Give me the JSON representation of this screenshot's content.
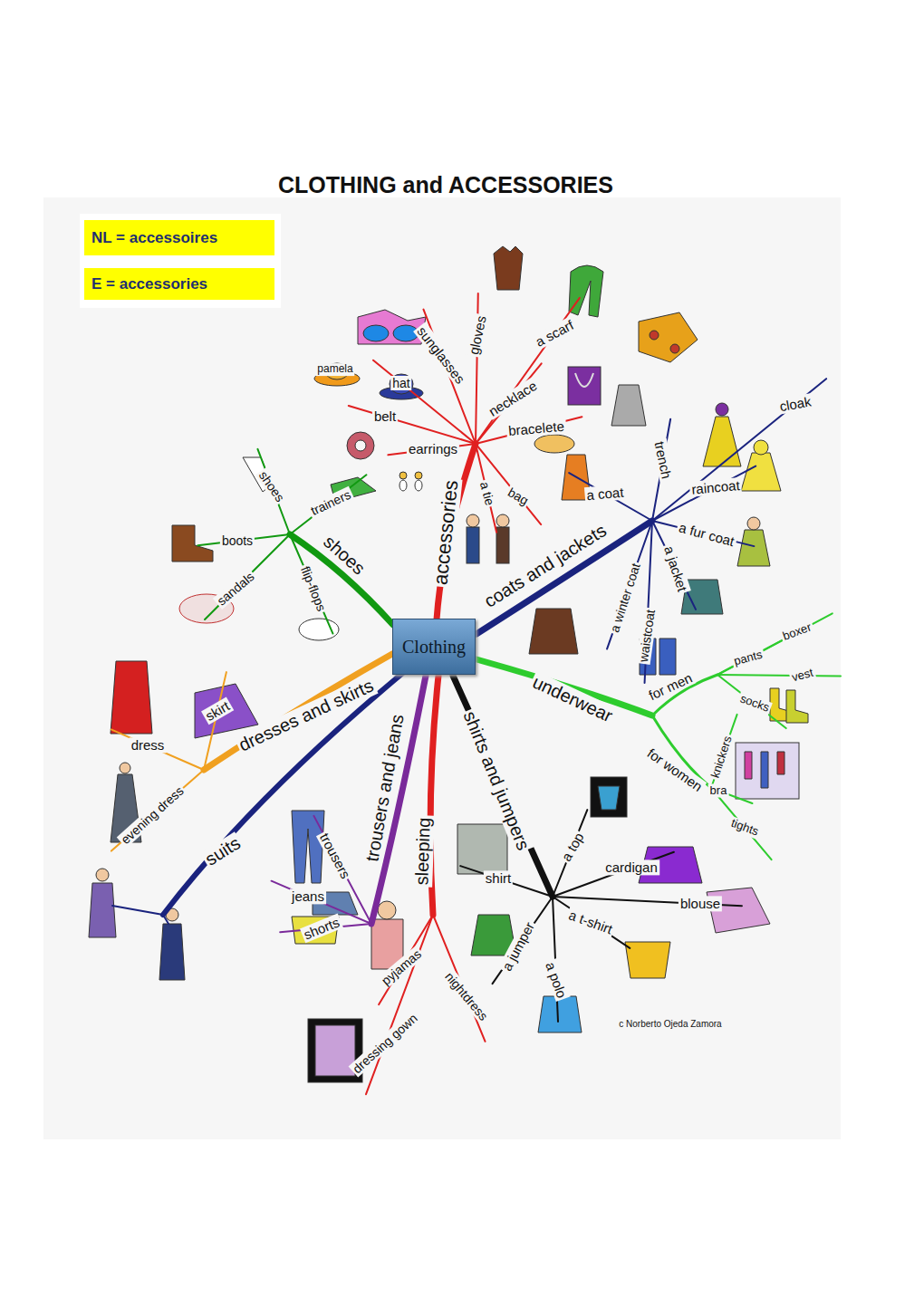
{
  "diagram": {
    "title": "CLOTHING and ACCESSORIES",
    "nodes": [
      {
        "text": [
          "NL = accessoires"
        ]
      },
      {
        "text": [
          "E = accessories"
        ]
      },
      {
        "text": [
          "Clothing"
        ]
      }
    ],
    "labels": [
      "gloves",
      "a scarf",
      "sunglasses",
      "pamela",
      "hat",
      "necklace",
      "belt",
      "bracelete",
      "earrings",
      "a tie",
      "bag",
      "accessories",
      "trench",
      "cloak",
      "raincoat",
      "a fur coat",
      "a coat",
      "a jacket",
      "a winter coat",
      "waistcoat",
      "coats and jackets",
      "for men",
      "pants",
      "boxer",
      "vest",
      "socks",
      "for women",
      "knickers",
      "bra",
      "tights",
      "underwear",
      "a top",
      "cardigan",
      "blouse",
      "a t-shirt",
      "shirt",
      "a jumper",
      "a polo",
      "shirts and jumpers",
      "sleeping",
      "pyjamas",
      "nightdress",
      "dressing gown",
      "trousers and jeans",
      "trousers",
      "jeans",
      "shorts",
      "suits",
      "dresses and skirts",
      "dress",
      "skirt",
      "evening dress",
      "shoes",
      "shoes",
      "trainers",
      "boots",
      "sandals",
      "flip-flops",
      "c Norberto Ojeda Zamora"
    ]
  }
}
